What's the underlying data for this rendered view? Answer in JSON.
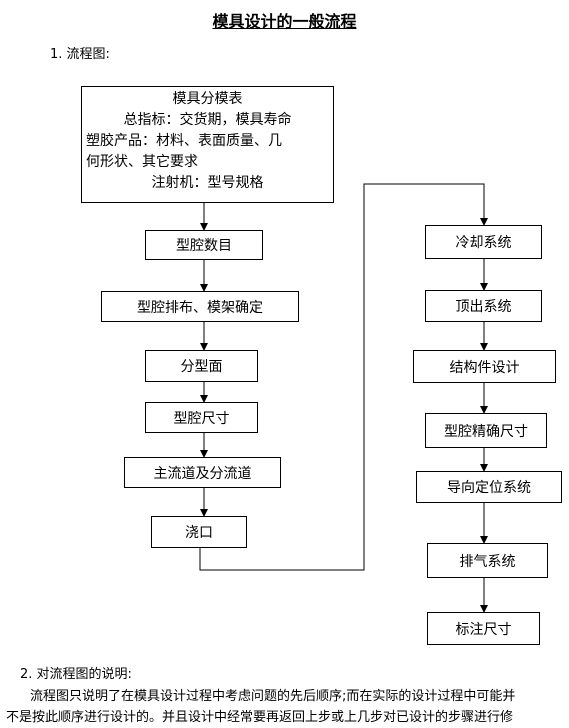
{
  "title": "模具设计的一般流程",
  "section1": "1. 流程图:",
  "flow": {
    "start_box": {
      "line1": "模具分模表",
      "line2": "总指标：交货期，模具寿命",
      "line3": "塑胶产品：材料、表面质量、几",
      "line4": "何形状、其它要求",
      "line5": "注射机：型号规格"
    },
    "left_steps": [
      "型腔数目",
      "型腔排布、模架确定",
      "分型面",
      "型腔尺寸",
      "主流道及分流道",
      "浇口"
    ],
    "right_steps": [
      "冷却系统",
      "顶出系统",
      "结构件设计",
      "型腔精确尺寸",
      "导向定位系统",
      "排气系统",
      "标注尺寸"
    ]
  },
  "section2": "2. 对流程图的说明:",
  "paragraph": {
    "line1": "流程图只说明了在模具设计过程中考虑问题的先后顺序;而在实际的设计过程中可能并",
    "line2": "不是按此顺序进行设计的。并且设计中经常要再返回上步或上几步对已设计的步骤进行修"
  }
}
